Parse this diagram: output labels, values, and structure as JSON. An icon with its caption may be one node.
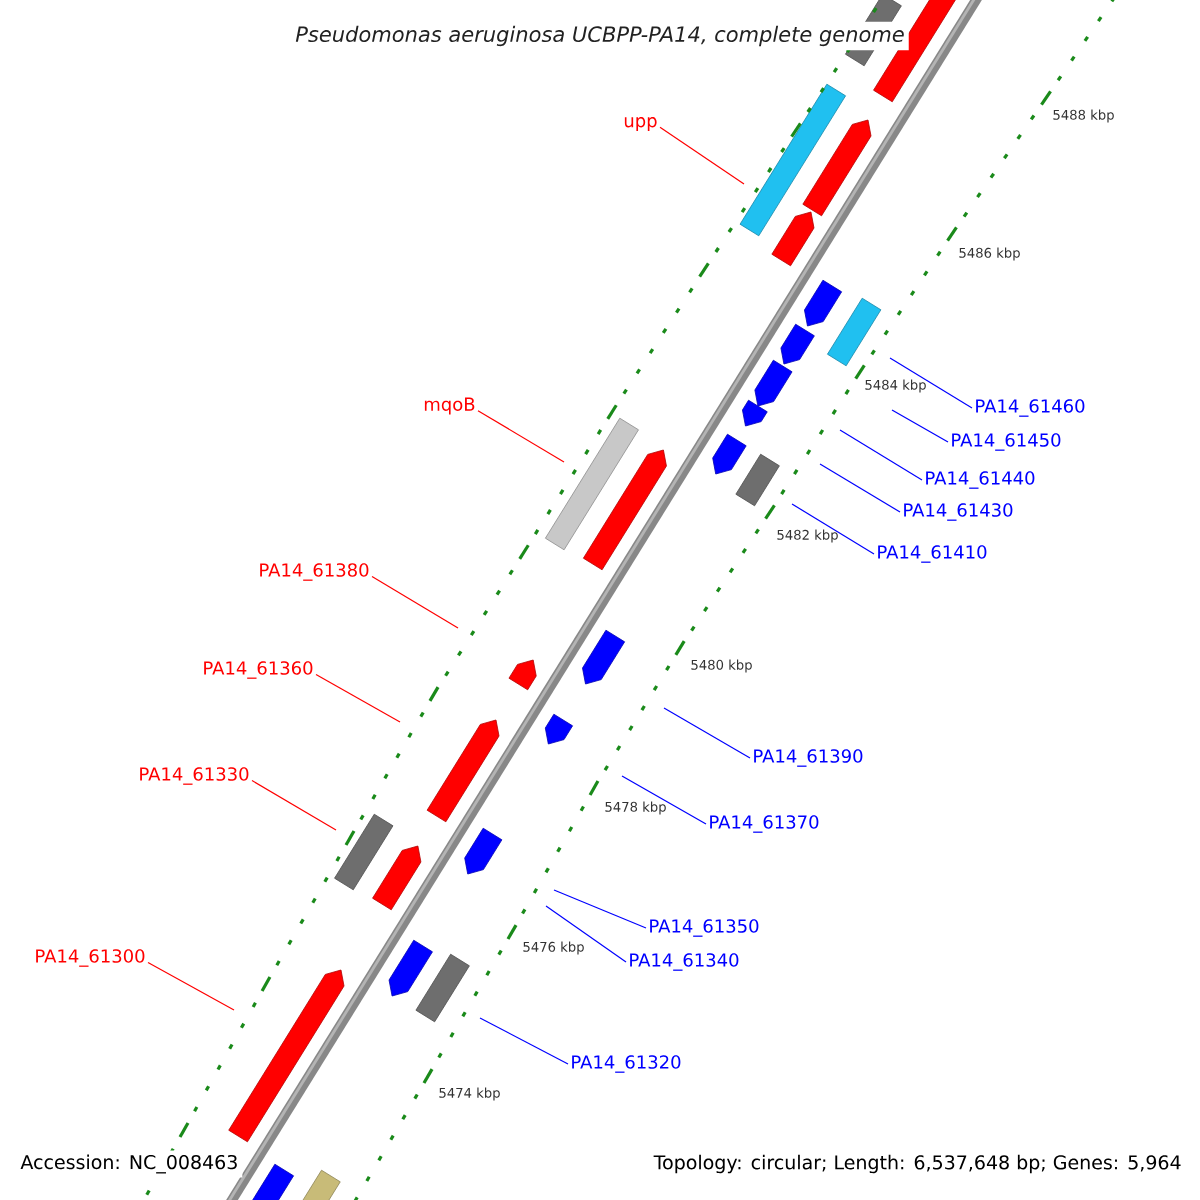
{
  "diagram": {
    "title": "Pseudomonas aeruginosa UCBPP-PA14, complete genome",
    "nodes": [
      {
        "text": [
          "upp"
        ]
      },
      {
        "text": [
          "mqoB"
        ]
      },
      {
        "text": [
          "PA14_61460"
        ]
      },
      {
        "text": [
          "PA14_61450"
        ]
      },
      {
        "text": [
          "PA14_61440"
        ]
      },
      {
        "text": [
          "PA14_61430"
        ]
      },
      {
        "text": [
          "PA14_61410"
        ]
      },
      {
        "text": [
          "PA14_61380"
        ]
      },
      {
        "text": [
          "PA14_61360"
        ]
      },
      {
        "text": [
          "PA14_61390"
        ]
      },
      {
        "text": [
          "PA14_61330"
        ]
      },
      {
        "text": [
          "PA14_61370"
        ]
      },
      {
        "text": [
          "PA14_61350"
        ]
      },
      {
        "text": [
          "PA14_61300"
        ]
      },
      {
        "text": [
          "PA14_61340"
        ]
      },
      {
        "text": [
          "PA14_61320"
        ]
      }
    ],
    "edges": [
      {
        "from": 0,
        "to": null,
        "arrow": "none",
        "color": "#ff0000"
      },
      {
        "from": 1,
        "to": null,
        "arrow": "none",
        "color": "#ff0000"
      },
      {
        "from": 2,
        "to": null,
        "arrow": "none"
      },
      {
        "from": 3,
        "to": null,
        "arrow": "none"
      },
      {
        "from": 4,
        "to": null,
        "arrow": "none"
      },
      {
        "from": 5,
        "to": null,
        "arrow": "none"
      },
      {
        "from": 6,
        "to": null,
        "arrow": "none"
      },
      {
        "from": 7,
        "to": null,
        "arrow": "none",
        "color": "#ff0000"
      },
      {
        "from": 8,
        "to": null,
        "arrow": "none",
        "color": "#ff0000"
      },
      {
        "from": 9,
        "to": null,
        "arrow": "none"
      },
      {
        "from": 10,
        "to": null,
        "arrow": "none",
        "color": "#ff0000"
      },
      {
        "from": 11,
        "to": null,
        "arrow": "none"
      },
      {
        "from": 12,
        "to": null,
        "arrow": "none"
      },
      {
        "from": 13,
        "to": null,
        "arrow": "none",
        "color": "#ff0000"
      },
      {
        "from": 14,
        "to": null,
        "arrow": "none"
      },
      {
        "from": 15,
        "to": null,
        "arrow": "none"
      }
    ],
    "labels": [
      "5488 kbp",
      "5486 kbp",
      "5484 kbp",
      "5482 kbp",
      "5480 kbp",
      "5478 kbp",
      "5476 kbp",
      "5474 kbp",
      "Accession: NC_008463",
      "Topology: circular; Length: 6,537,648 bp; Genes: 5,964"
    ]
  }
}
